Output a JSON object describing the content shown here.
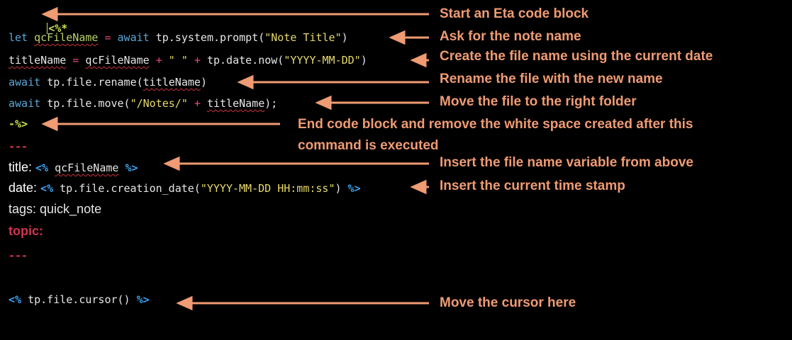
{
  "editor": {
    "lines": {
      "l1": {
        "open": "<%*"
      },
      "l2": {
        "kw": "let",
        "var": "qcFileName",
        "eq": " = ",
        "await": "await",
        "call": "tp.system.prompt(",
        "arg": "\"Note Title\"",
        "close": ")"
      },
      "l3": {
        "var": "titleName",
        "eq": " = ",
        "ref": "qcFileName",
        "plus1": " + ",
        "space": "\" \"",
        "plus2": " + ",
        "call": "tp.date.now(",
        "arg": "\"YYYY-MM-DD\"",
        "close": ")"
      },
      "l4": {
        "await": "await",
        "call": "tp.file.rename(",
        "arg": "titleName",
        "close": ")"
      },
      "l5": {
        "await": "await",
        "call": "tp.file.move(",
        "arg": "\"/Notes/\"",
        "plus": " + ",
        "ref": "titleName",
        "close": ");"
      },
      "l6": {
        "close": "-%>"
      },
      "l7": {
        "dash": "---"
      },
      "l8": {
        "key": "title: ",
        "open": "<%",
        "expr": "qcFileName",
        "close": "%>"
      },
      "l9": {
        "key": "date: ",
        "open": "<%",
        "call": "tp.file.creation_date(",
        "arg": "\"YYYY-MM-DD HH:mm:ss\"",
        "callclose": ")",
        "close": "%>"
      },
      "l10": {
        "text": "tags: quick_note"
      },
      "l11": {
        "text": "topic:"
      },
      "l12": {
        "dash": "---"
      },
      "l13": {
        "open": "<%",
        "call": "tp.file.cursor()",
        "close": "%>"
      }
    }
  },
  "annotations": {
    "a1": "Start an Eta code block",
    "a2": "Ask for the note name",
    "a3": "Create the file name using the current date",
    "a4": "Rename the file with the new name",
    "a5": "Move the file to the right folder",
    "a6_line1": "End code block and remove the white space created after this",
    "a6_line2": "command is executed",
    "a7": "Insert the file name variable from above",
    "a8": "Insert the current time stamp",
    "a9": "Move the cursor here"
  },
  "colors": {
    "background": "#000000",
    "annotation": "#ef9b73",
    "keyword": "#5aa7d6",
    "variable": "#b9d36b",
    "string": "#e6d96a",
    "operator": "#e54b7a",
    "template_tag": "#c7e24f",
    "inline_tag": "#3aa3ee",
    "frontmatter": "#d3334e"
  }
}
